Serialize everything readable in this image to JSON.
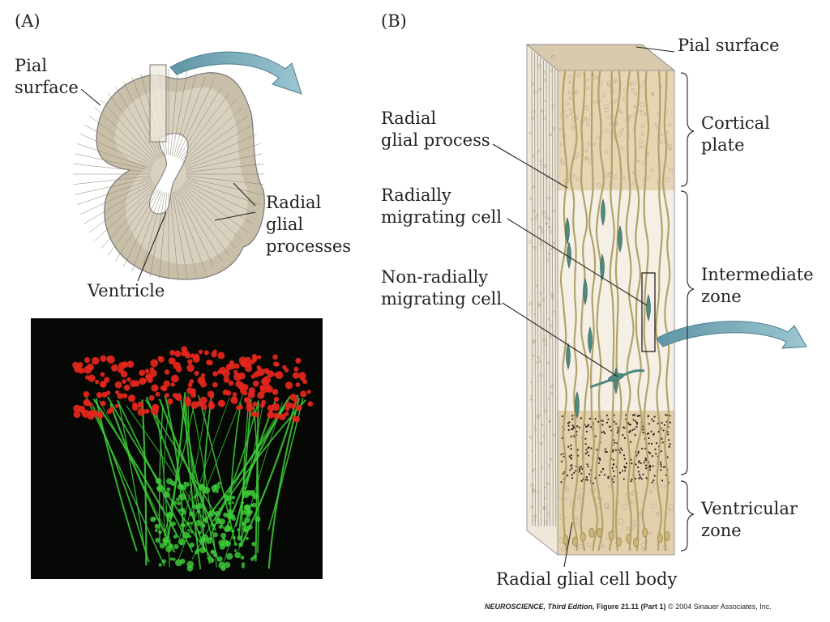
{
  "panel_a": {
    "tag": "(A)",
    "labels": {
      "pial_surface": [
        "Pial",
        "surface"
      ],
      "radial_glial_processes": [
        "Radial",
        "glial",
        "processes"
      ],
      "ventricle": "Ventricle"
    },
    "micrograph_colors": {
      "glia": "#3ecf3a",
      "neurons": "#e5261c"
    }
  },
  "panel_b": {
    "tag": "(B)",
    "labels": {
      "pial_surface": "Pial surface",
      "radial_glial_process": [
        "Radial",
        "glial process"
      ],
      "radially_migrating_cell": [
        "Radially",
        "migrating cell"
      ],
      "non_radially_migrating_cell": [
        "Non-radially",
        "migrating cell"
      ],
      "cortical_plate": [
        "Cortical",
        "plate"
      ],
      "intermediate_zone": [
        "Intermediate",
        "zone"
      ],
      "ventricular_zone": [
        "Ventricular",
        "zone"
      ],
      "radial_glial_cell_body": "Radial glial cell body"
    },
    "colors": {
      "tissue": "#e3d2b4",
      "glia_fiber": "#b0a36a",
      "migrating_cell": "#4f8a80",
      "arrow": "#7fb3c1"
    }
  },
  "credit": {
    "book": "NEUROSCIENCE",
    "edition": ", Third Edition, ",
    "figure": "Figure 21.11 (Part 1)",
    "copyright": "  © 2004 Sinauer Associates, Inc."
  }
}
